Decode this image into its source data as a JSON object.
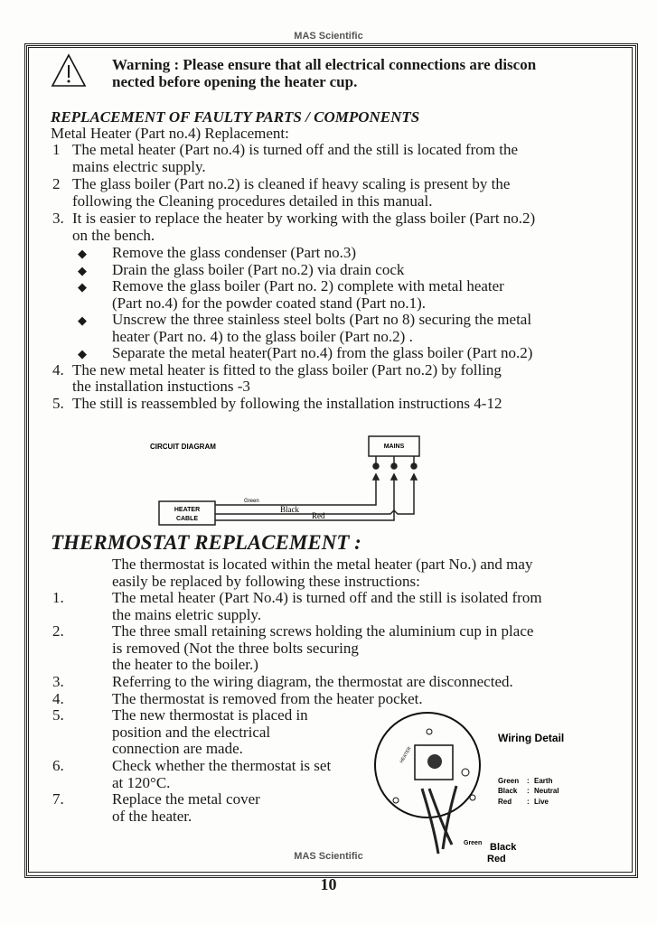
{
  "header": "MAS Scientific",
  "footer": "MAS Scientific",
  "page_number": "10",
  "warning": [
    "Warning : Please ensure that all electrical connections are discon",
    "nected before opening the heater cup."
  ],
  "replacement": {
    "heading": "REPLACEMENT OF FAULTY PARTS / COMPONENTS",
    "subheading": "Metal Heater (Part no.4) Replacement:",
    "items": [
      {
        "num": "1",
        "lines": [
          "The metal heater (Part no.4) is turned off and the still is located from the",
          "mains electric supply."
        ]
      },
      {
        "num": "2",
        "lines": [
          "The glass boiler (Part no.2) is cleaned if heavy scaling is present by the",
          "following  the Cleaning procedures detailed in this manual."
        ]
      },
      {
        "num": "3.",
        "lines": [
          "It is easier to replace the heater by working with the glass boiler (Part no.2)",
          "on the bench."
        ]
      }
    ],
    "bullets": [
      [
        "Remove the glass condenser (Part no.3)"
      ],
      [
        "Drain the glass boiler (Part no.2) via drain cock"
      ],
      [
        "Remove the  glass boiler (Part no. 2) complete with metal heater",
        "(Part no.4) for  the powder coated stand (Part no.1)."
      ],
      [
        "Unscrew the three stainless steel bolts (Part no 8) securing the metal",
        "heater (Part no. 4) to  the glass boiler (Part no.2) ."
      ],
      [
        "Separate the metal heater(Part no.4) from the glass boiler (Part no.2)"
      ]
    ],
    "items2": [
      {
        "num": "4.",
        "lines": [
          "The new metal heater is fitted to the glass boiler (Part no.2) by folling",
          "the installation instuctions -3"
        ]
      },
      {
        "num": "5.",
        "lines": [
          "The still is reassembled by following the installation instructions 4-12"
        ]
      }
    ]
  },
  "circuit": {
    "title": "CIRCUIT DIAGRAM",
    "mains": "MAINS",
    "heater": "HEATER",
    "cable": "CABLE",
    "green": "Green",
    "black": "Black",
    "red": "Red"
  },
  "thermostat": {
    "heading": "THERMOSTAT REPLACEMENT :",
    "intro": [
      "The thermostat is located within the metal heater (part No.) and may",
      "easily be replaced by following these instructions:"
    ],
    "items": [
      {
        "num": "1.",
        "lines": [
          "The metal heater (Part No.4) is turned off and the still is isolated from",
          "the mains eletric supply."
        ]
      },
      {
        "num": "2.",
        "lines": [
          "The three small retaining screws holding the aluminium cup in place",
          "is removed (Not the three bolts securing",
          "the heater to the boiler.)"
        ]
      },
      {
        "num": "3.",
        "lines": [
          "Referring to the wiring diagram, the thermostat are disconnected."
        ]
      },
      {
        "num": "4.",
        "lines": [
          "The thermostat is removed from the heater pocket."
        ]
      },
      {
        "num": "5.",
        "lines": [
          "The new thermostat is placed in",
          "position and the electrical",
          "connection are made."
        ]
      },
      {
        "num": "6.",
        "lines": [
          "Check whether the thermostat is set",
          "at 120°C."
        ]
      },
      {
        "num": "7.",
        "lines": [
          "Replace the metal cover",
          "of the heater."
        ]
      }
    ]
  },
  "wiring": {
    "title": "Wiring Detail",
    "legend": [
      {
        "color": "Green",
        "meaning": "Earth"
      },
      {
        "color": "Black",
        "meaning": "Neutral"
      },
      {
        "color": "Red",
        "meaning": "Live"
      }
    ],
    "wire_green": "Green",
    "wire_black": "Black",
    "wire_red": "Red",
    "heater_label": "HEATER"
  }
}
